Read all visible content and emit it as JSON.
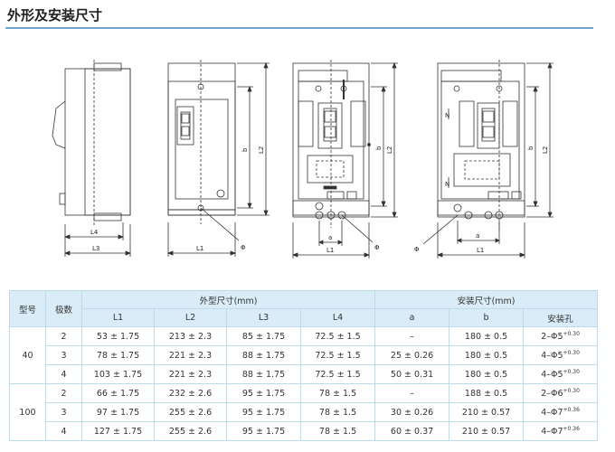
{
  "page_title": "外形及安装尺寸",
  "dim_labels": {
    "L1": "L1",
    "L2": "L2",
    "L3": "L3",
    "L4": "L4",
    "a": "a",
    "b": "b",
    "phi": "Φ",
    "n": "N"
  },
  "table": {
    "header": {
      "model": "型号",
      "poles": "极数",
      "outline": "外型尺寸(mm)",
      "mount": "安装尺寸(mm)",
      "cols": [
        "L1",
        "L2",
        "L3",
        "L4",
        "a",
        "b",
        "安装孔"
      ]
    },
    "groups": [
      {
        "model": "40",
        "rows": [
          {
            "poles": "2",
            "L1": "53 ± 1.75",
            "L2": "213 ± 2.3",
            "L3": "85 ± 1.75",
            "L4": "72.5 ± 1.5",
            "a": "–",
            "b": "180 ± 0.5",
            "hole": "2–Φ5",
            "tol": "+0.30"
          },
          {
            "poles": "3",
            "L1": "78 ± 1.75",
            "L2": "221 ± 2.3",
            "L3": "88 ± 1.75",
            "L4": "72.5 ± 1.5",
            "a": "25 ± 0.26",
            "b": "180 ± 0.5",
            "hole": "4–Φ5",
            "tol": "+0.30"
          },
          {
            "poles": "4",
            "L1": "103 ± 1.75",
            "L2": "221 ± 2.3",
            "L3": "88 ± 1.75",
            "L4": "72.5 ± 1.5",
            "a": "50 ± 0.31",
            "b": "180 ± 0.5",
            "hole": "4–Φ5",
            "tol": "+0.30"
          }
        ]
      },
      {
        "model": "100",
        "rows": [
          {
            "poles": "2",
            "L1": "66 ± 1.75",
            "L2": "232 ± 2.6",
            "L3": "95 ± 1.75",
            "L4": "78 ± 1.5",
            "a": "–",
            "b": "188 ± 0.5",
            "hole": "2–Φ6",
            "tol": "+0.30"
          },
          {
            "poles": "3",
            "L1": "97 ± 1.75",
            "L2": "255 ± 2.6",
            "L3": "95 ± 1.75",
            "L4": "78 ± 1.5",
            "a": "30 ± 0.26",
            "b": "210 ± 0.57",
            "hole": "4–Φ7",
            "tol": "+0.36"
          },
          {
            "poles": "4",
            "L1": "127 ± 1.75",
            "L2": "255 ± 2.6",
            "L3": "95 ± 1.75",
            "L4": "78 ± 1.5",
            "a": "60 ± 0.37",
            "b": "210 ± 0.57",
            "hole": "4–Φ7",
            "tol": "+0.36"
          }
        ]
      }
    ]
  }
}
